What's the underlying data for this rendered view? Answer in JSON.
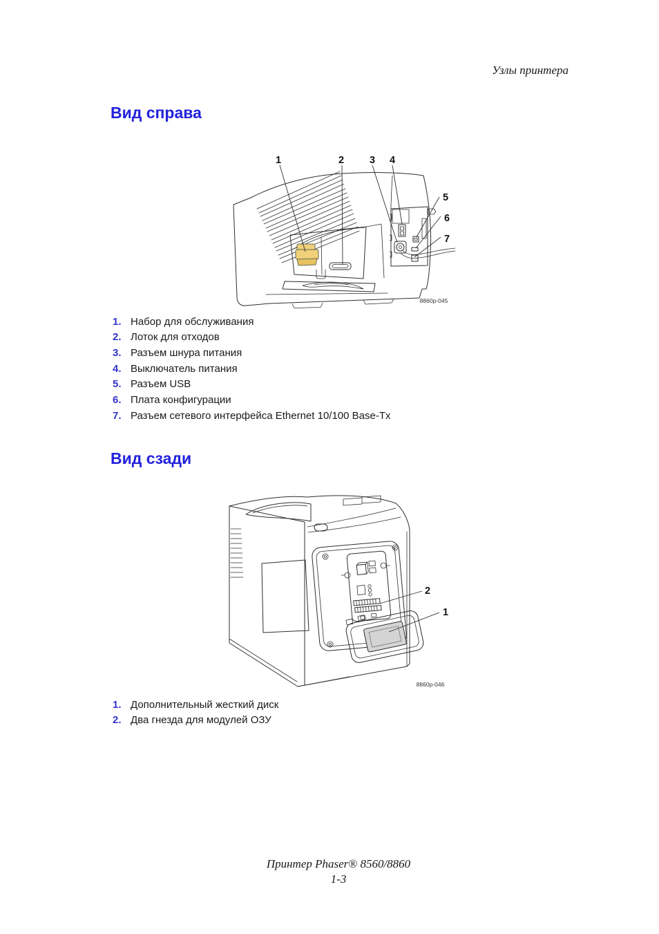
{
  "page": {
    "running_header": "Узлы принтера",
    "footer_line1": "Принтер Phaser® 8560/8860",
    "footer_line2": "1-3"
  },
  "colors": {
    "heading_blue": "#2222dd",
    "list_number_blue": "#3333cc",
    "maintenance_kit_yellow": "#f0d079",
    "hard_drive_gray": "#d4d4d4",
    "line_color": "#2e2e2e"
  },
  "right_view": {
    "title": "Вид справа",
    "figure_id": "8860p-045",
    "callouts": [
      "1",
      "2",
      "3",
      "4",
      "5",
      "6",
      "7"
    ],
    "items": [
      {
        "num": "1.",
        "label": "Набор для обслуживания"
      },
      {
        "num": "2.",
        "label": "Лоток для отходов"
      },
      {
        "num": "3.",
        "label": "Разъем шнура питания"
      },
      {
        "num": "4.",
        "label": "Выключатель питания"
      },
      {
        "num": "5.",
        "label": "Разъем USB"
      },
      {
        "num": "6.",
        "label": "Плата конфигурации"
      },
      {
        "num": "7.",
        "label": "Разъем сетевого интерфейса Ethernet 10/100 Base-Tx"
      }
    ]
  },
  "rear_view": {
    "title": "Вид сзади",
    "figure_id": "8860p-046",
    "callouts": [
      "1",
      "2"
    ],
    "items": [
      {
        "num": "1.",
        "label": "Дополнительный жесткий диск"
      },
      {
        "num": "2.",
        "label": "Два гнезда для модулей ОЗУ"
      }
    ]
  }
}
